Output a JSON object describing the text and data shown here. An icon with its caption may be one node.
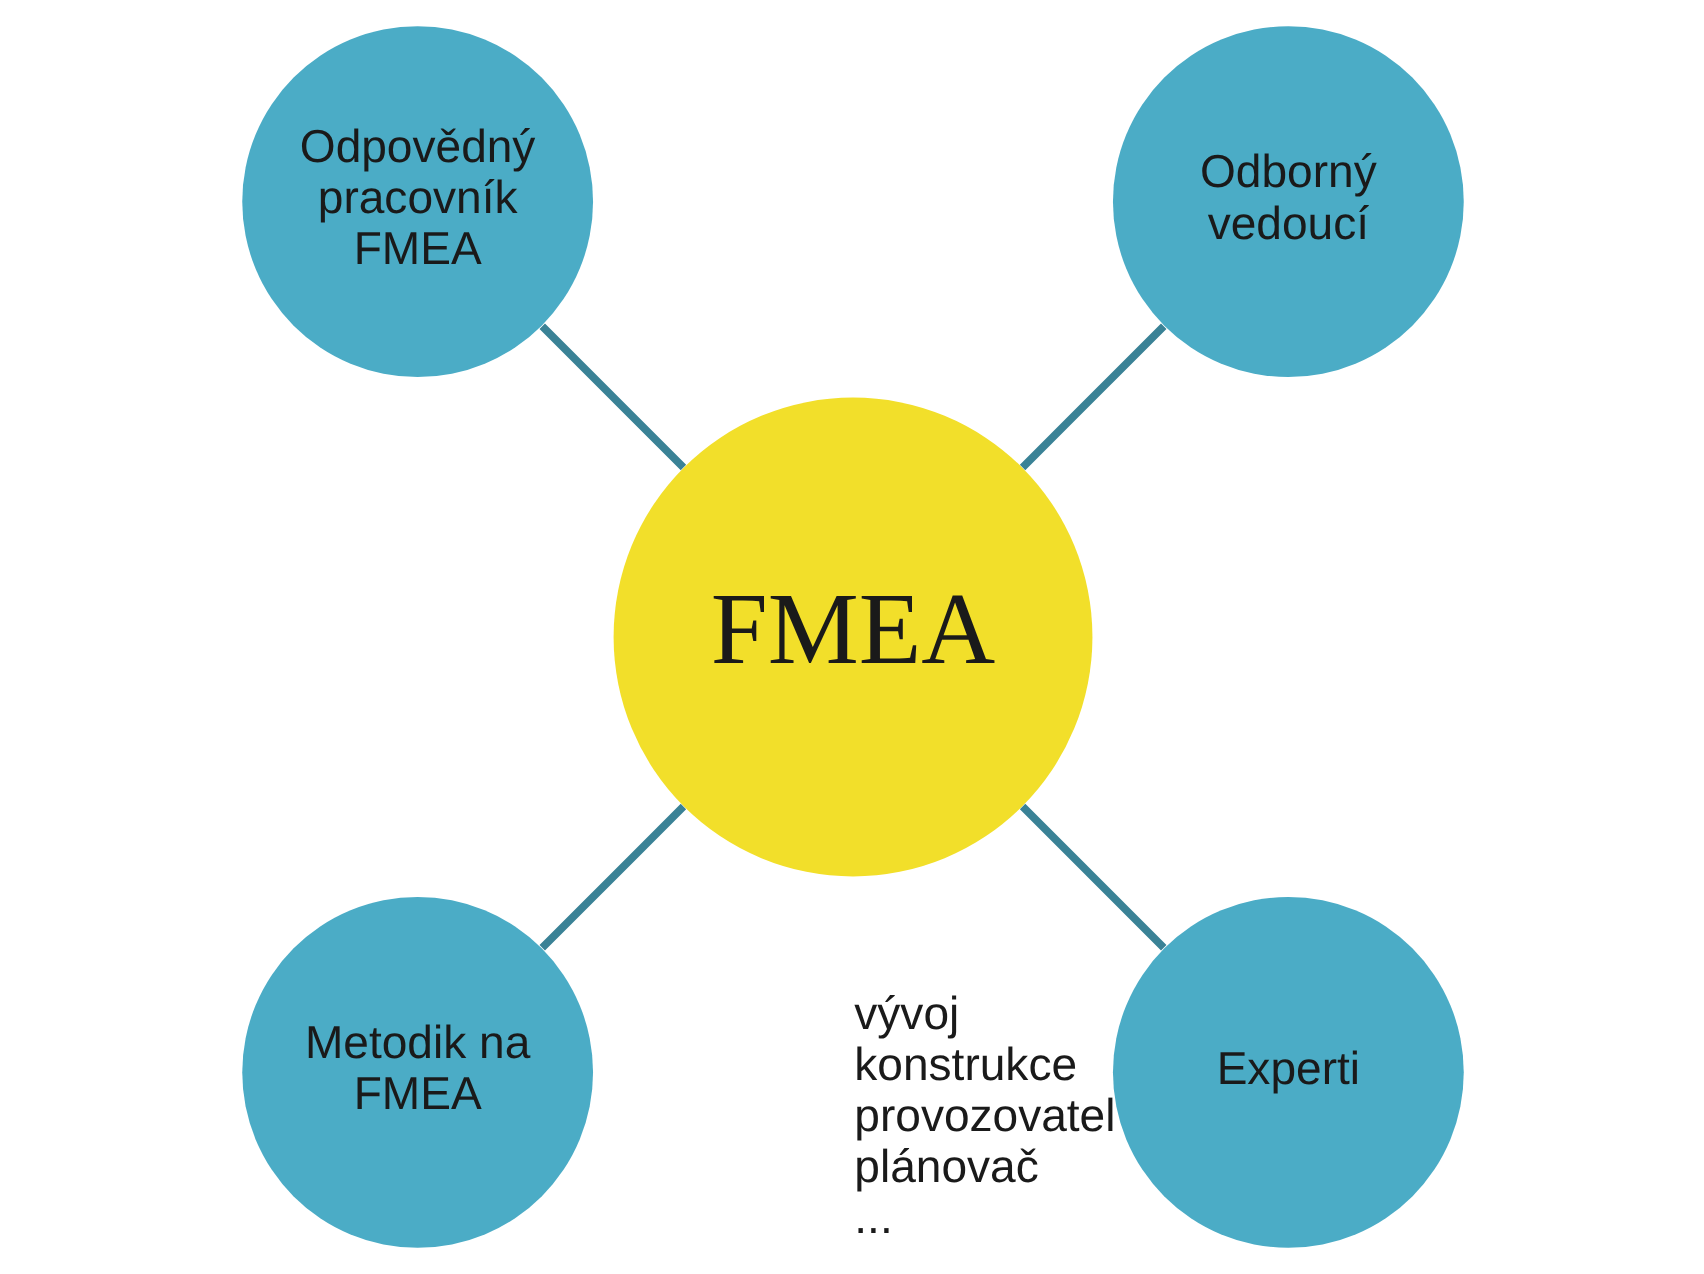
{
  "diagram": {
    "nodes": [
      {
        "text": [
          "FMEA"
        ]
      },
      {
        "text": [
          "Odborný vedoucí"
        ]
      },
      {
        "text": [
          "Odpovědný pracovník FMEA"
        ]
      },
      {
        "text": [
          "Metodik na FMEA"
        ]
      },
      {
        "text": [
          "Experti"
        ],
        "beside": [
          "vývoj",
          "konstrukce",
          "provozovatel",
          "plánovač",
          "..."
        ]
      }
    ],
    "edges": [
      {
        "from": 0,
        "to": 1,
        "arrow": "none"
      },
      {
        "from": 0,
        "to": 2,
        "arrow": "none"
      },
      {
        "from": 0,
        "to": 3,
        "arrow": "none"
      },
      {
        "from": 0,
        "to": 4,
        "arrow": "none"
      }
    ]
  }
}
